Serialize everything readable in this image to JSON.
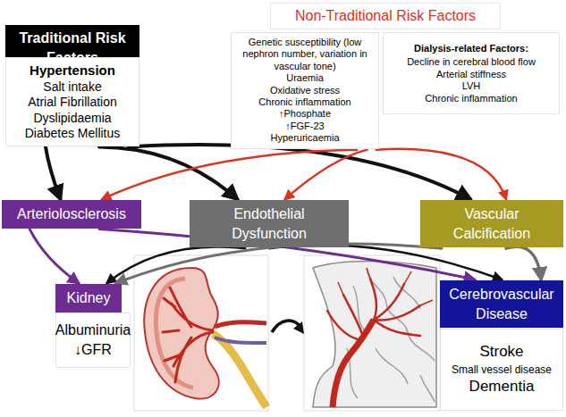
{
  "diagram": {
    "nodes": [
      {
        "text": [
          "Traditional Risk Factors"
        ]
      },
      {
        "text": [
          "Hypertension",
          "Salt intake",
          "Atrial Fibrillation",
          "Dyslipidaemia",
          "Diabetes Mellitus"
        ]
      },
      {
        "text": [
          "Non-Traditional Risk Factors"
        ]
      },
      {
        "text": [
          "Genetic susceptibility (low nephron number, variation in vascular tone)",
          "Uraemia",
          "Oxidative stress",
          "Chronic inflammation",
          "↑Phosphate",
          "↑FGF-23",
          "Hyperuricaemia"
        ]
      },
      {
        "text": [
          "Dialysis-related Factors:",
          "Decline in cerebral blood flow",
          "Arterial stiffness",
          "LVH",
          "Chronic inflammation"
        ]
      },
      {
        "text": [
          "Arteriolosclerosis"
        ]
      },
      {
        "text": [
          "Endothelial Dysfunction"
        ]
      },
      {
        "text": [
          "Vascular Calcification"
        ]
      },
      {
        "text": [
          "Kidney"
        ]
      },
      {
        "text": [
          "Albuminuria",
          "↓GFR"
        ]
      },
      {
        "text": [
          "Cerebrovascular Disease"
        ]
      },
      {
        "text": [
          "Stroke",
          "Small vessel disease",
          "Dementia"
        ]
      }
    ],
    "edges": [
      {
        "from": 1,
        "to": 5,
        "arrow": "to"
      },
      {
        "from": 1,
        "to": 6,
        "arrow": "to"
      },
      {
        "from": 1,
        "to": 7,
        "arrow": "to"
      },
      {
        "from": 3,
        "to": 5,
        "arrow": "to"
      },
      {
        "from": 3,
        "to": 6,
        "arrow": "to"
      },
      {
        "from": 3,
        "to": 7,
        "arrow": "to"
      },
      {
        "from": 5,
        "to": 8,
        "arrow": "to"
      },
      {
        "from": 5,
        "to": 10,
        "arrow": "to"
      },
      {
        "from": 6,
        "to": 8,
        "arrow": "to"
      },
      {
        "from": 6,
        "to": 10,
        "arrow": "to"
      },
      {
        "from": 7,
        "to": 8,
        "arrow": "to"
      },
      {
        "from": 7,
        "to": 10,
        "arrow": "to"
      }
    ]
  }
}
